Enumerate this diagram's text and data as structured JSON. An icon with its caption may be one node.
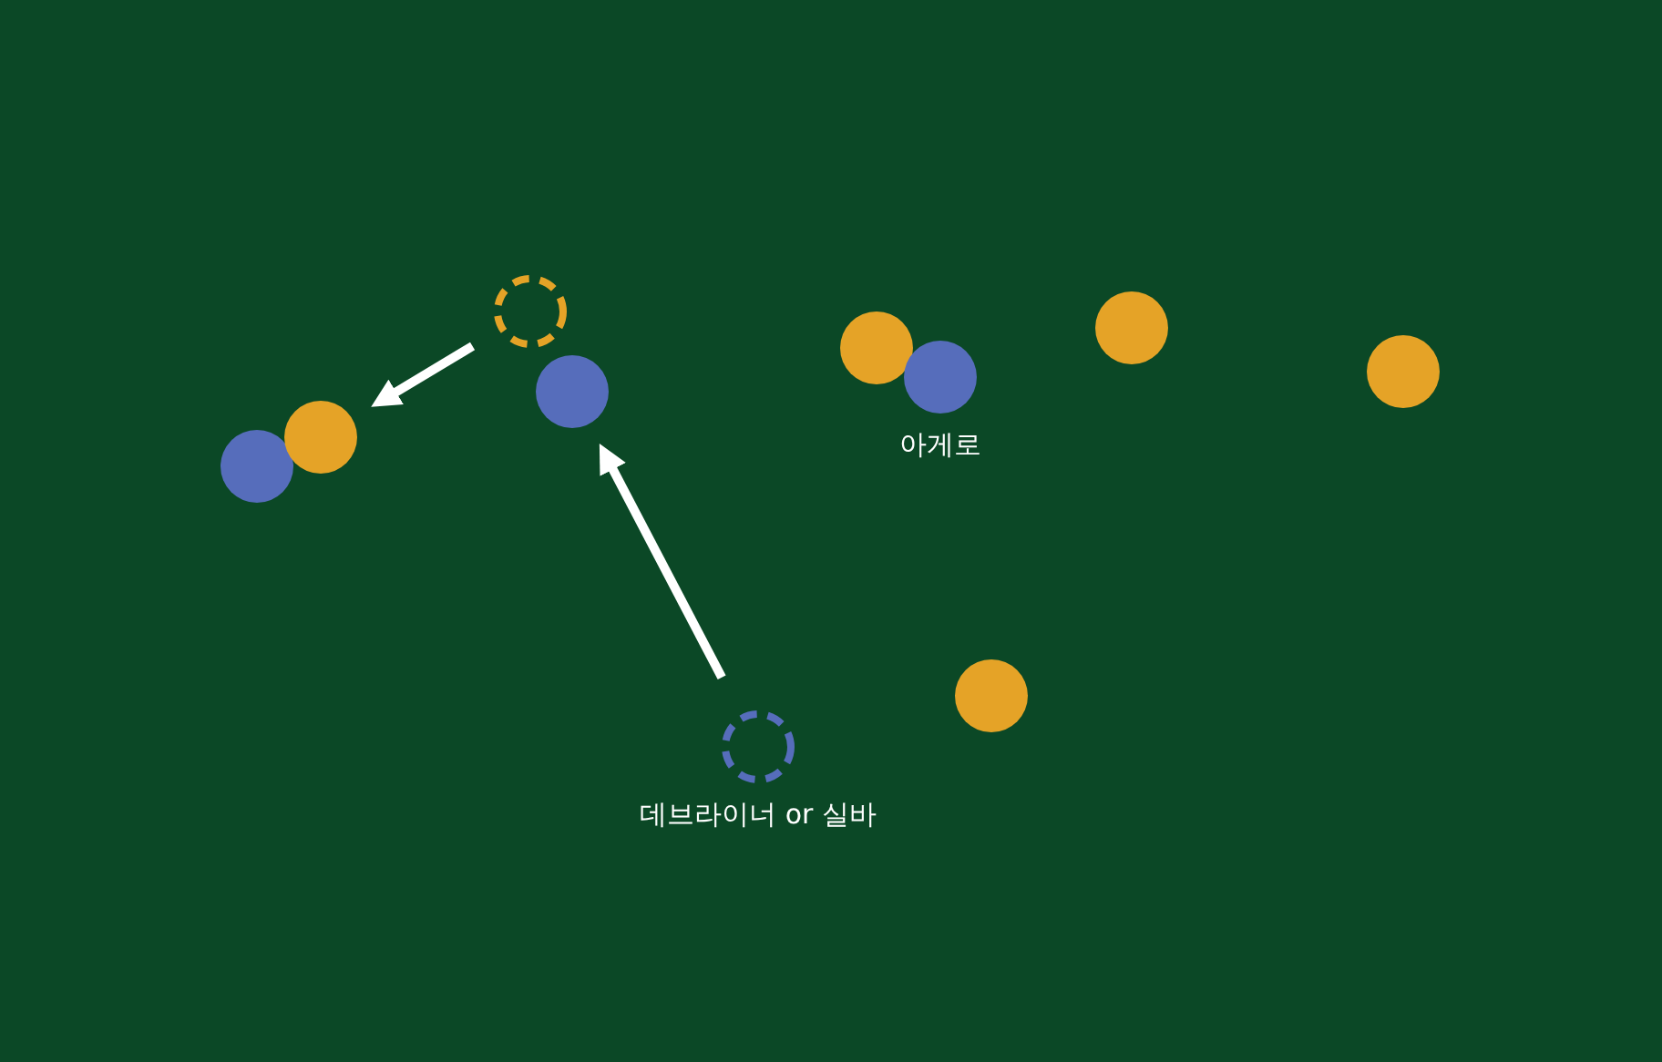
{
  "diagram": {
    "nodes": [
      {
        "text": [],
        "shape": "circle"
      },
      {
        "text": [],
        "shape": "circle"
      },
      {
        "text": [],
        "shape": "circle"
      },
      {
        "text": [],
        "shape": "circle"
      },
      {
        "text": [],
        "shape": "circle",
        "beside": [
          "아게로"
        ]
      },
      {
        "text": [],
        "shape": "circle"
      },
      {
        "text": [],
        "shape": "circle"
      },
      {
        "text": [],
        "shape": "circle"
      },
      {
        "text": [],
        "shape": "circle"
      },
      {
        "text": [],
        "shape": "circle",
        "beside": [
          "데브라이너 or 실바"
        ]
      }
    ],
    "edges": [
      {
        "from": 0,
        "to": 6,
        "arrow": "to"
      },
      {
        "from": 9,
        "to": 5,
        "arrow": "to"
      }
    ]
  }
}
